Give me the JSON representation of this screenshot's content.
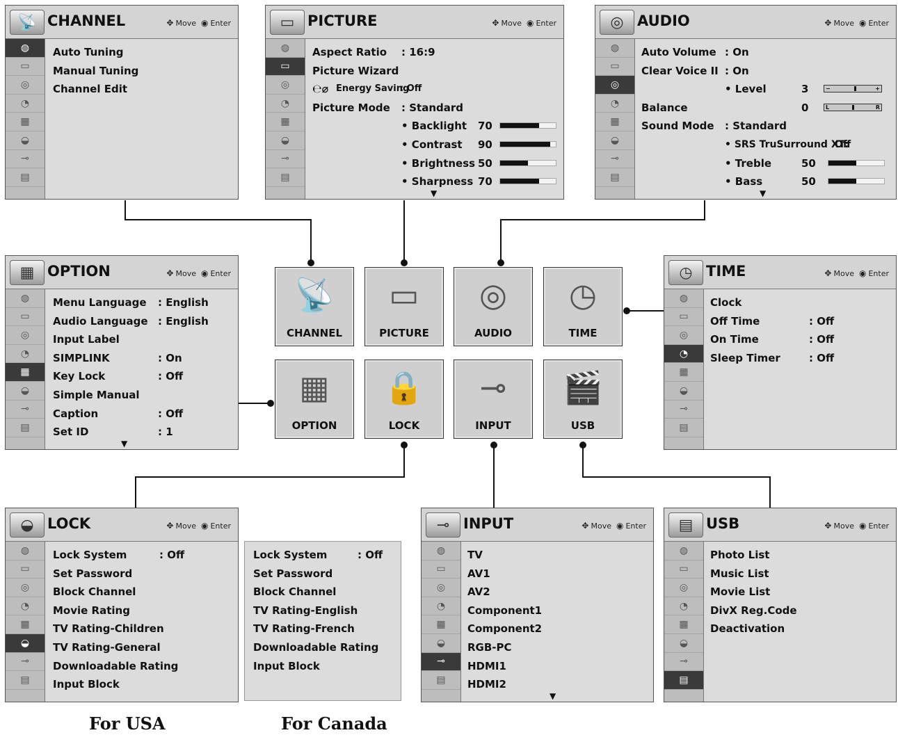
{
  "hint": {
    "move": "Move",
    "enter": "Enter"
  },
  "side_icons": [
    "globe-icon",
    "tv-icon",
    "speaker-icon",
    "clock-icon",
    "option-icon",
    "lock-icon",
    "input-icon",
    "usb-icon"
  ],
  "panels": {
    "channel": {
      "title": "CHANNEL",
      "items": [
        "Auto Tuning",
        "Manual Tuning",
        "Channel Edit"
      ]
    },
    "picture": {
      "title": "PICTURE",
      "items": [
        {
          "label": "Aspect Ratio",
          "value": ": 16:9"
        },
        {
          "label": "Picture Wizard",
          "value": ""
        },
        {
          "label": "Energy Saving",
          "value": ": Off",
          "icon": "eco-icon"
        },
        {
          "label": "Picture Mode",
          "value": ": Standard"
        }
      ],
      "sub": [
        {
          "label": "• Backlight",
          "value": "70",
          "level": 0.7
        },
        {
          "label": "• Contrast",
          "value": "90",
          "level": 0.9
        },
        {
          "label": "• Brightness",
          "value": "50",
          "level": 0.5
        },
        {
          "label": "• Sharpness",
          "value": "70",
          "level": 0.7
        }
      ]
    },
    "audio": {
      "title": "AUDIO",
      "items": [
        {
          "label": "Auto Volume",
          "value": ": On"
        },
        {
          "label": "Clear Voice II",
          "value": ": On"
        },
        {
          "label": "• Level",
          "value": "3",
          "scale": {
            "left": "−",
            "right": "+"
          },
          "level": 0.55
        },
        {
          "label": "Balance",
          "value": "0",
          "scale": {
            "left": "L",
            "right": "R"
          },
          "level": 0.5
        },
        {
          "label": "Sound Mode",
          "value": ": Standard"
        },
        {
          "label": "• SRS TruSurround XT:",
          "value": "Off"
        },
        {
          "label": "• Treble",
          "value": "50",
          "level": 0.5
        },
        {
          "label": "• Bass",
          "value": "50",
          "level": 0.5
        }
      ]
    },
    "option": {
      "title": "OPTION",
      "items": [
        {
          "label": "Menu Language",
          "value": ": English"
        },
        {
          "label": "Audio Language",
          "value": ": English"
        },
        {
          "label": "Input Label",
          "value": ""
        },
        {
          "label": "SIMPLINK",
          "value": ": On"
        },
        {
          "label": "Key Lock",
          "value": ": Off"
        },
        {
          "label": "Simple Manual",
          "value": ""
        },
        {
          "label": "Caption",
          "value": ": Off"
        },
        {
          "label": "Set ID",
          "value": ": 1"
        }
      ]
    },
    "time": {
      "title": "TIME",
      "items": [
        {
          "label": "Clock",
          "value": ""
        },
        {
          "label": "Off Time",
          "value": ": Off"
        },
        {
          "label": "On Time",
          "value": ": Off"
        },
        {
          "label": "Sleep Timer",
          "value": ": Off"
        }
      ]
    },
    "lock": {
      "title": "LOCK",
      "items": [
        {
          "label": "Lock System",
          "value": ": Off"
        },
        {
          "label": "Set Password",
          "value": ""
        },
        {
          "label": "Block Channel",
          "value": ""
        },
        {
          "label": "Movie Rating",
          "value": ""
        },
        {
          "label": "TV Rating-Children",
          "value": ""
        },
        {
          "label": "TV Rating-General",
          "value": ""
        },
        {
          "label": "Downloadable Rating",
          "value": ""
        },
        {
          "label": "Input Block",
          "value": ""
        }
      ]
    },
    "lock_canada": {
      "items": [
        {
          "label": "Lock System",
          "value": ": Off"
        },
        {
          "label": "Set Password",
          "value": ""
        },
        {
          "label": "Block Channel",
          "value": ""
        },
        {
          "label": "TV Rating-English",
          "value": ""
        },
        {
          "label": "TV Rating-French",
          "value": ""
        },
        {
          "label": "Downloadable Rating",
          "value": ""
        },
        {
          "label": "Input Block",
          "value": ""
        }
      ]
    },
    "input": {
      "title": "INPUT",
      "items": [
        "TV",
        "AV1",
        "AV2",
        "Component1",
        "Component2",
        "RGB-PC",
        "HDMI1",
        "HDMI2"
      ]
    },
    "usb": {
      "title": "USB",
      "items": [
        "Photo List",
        "Music List",
        "Movie List",
        "DivX Reg.Code",
        "Deactivation"
      ]
    }
  },
  "tiles": {
    "channel": "CHANNEL",
    "picture": "PICTURE",
    "audio": "AUDIO",
    "time": "TIME",
    "option": "OPTION",
    "lock": "LOCK",
    "input": "INPUT",
    "usb": "USB"
  },
  "captions": {
    "usa": "For USA",
    "canada": "For Canada"
  }
}
